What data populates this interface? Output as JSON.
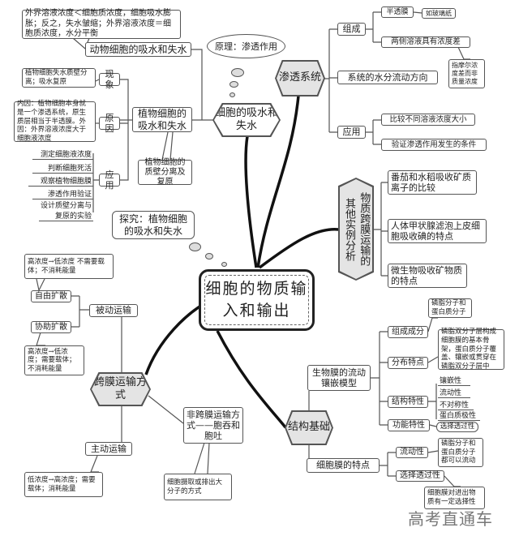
{
  "center": "细胞的物质输入和输出",
  "water": {
    "hex": "细胞的吸水和失水",
    "principle": "原理：渗透作用",
    "animal": "动物细胞的吸水和失水",
    "animal_note": "外界溶液浓度＜细胞质浓度，细胞吸水膨胀；反之，失水皱缩；外界溶液浓度＝细胞质浓度，水分平衡",
    "plant": "植物细胞的吸水和失水",
    "phenomenon": "现象",
    "phenomenon_note": "植物细胞失水质壁分离；吸水复原",
    "cause": "原因",
    "cause_note": "内因：植物细胞本身就是一个渗透系统，原生质层相当于半透膜。外因：外界溶液浓度大于细胞液浓度",
    "application": "应用",
    "app_items": [
      "测定细胞液浓度",
      "判断细胞死活",
      "观察植物细胞膜",
      "渗透作用验证",
      "设计质壁分离与复原的实验"
    ],
    "plasmolysis": "植物细胞的质壁分离及复原",
    "explore": "探究：植物细胞的吸水和失水"
  },
  "osmosis": {
    "hex": "渗透系统",
    "composition": "组成",
    "semi": "半透膜",
    "semi_note": "如玻璃纸",
    "diff": "两侧溶液具有浓度差",
    "diff_note": "指摩尔浓度差而非质量浓度",
    "direction": "系统的水分流动方向",
    "application": "应用",
    "app1": "比较不同溶液浓度大小",
    "app2": "验证渗透作用发生的条件"
  },
  "examples": {
    "hex_a": "物质跨膜运输的",
    "hex_b": "其他实例分析",
    "items": [
      "番茄和水稻吸收矿质离子的比较",
      "人体甲状腺滤泡上皮细胞吸收碘的特点",
      "微生物吸收矿物质的特点"
    ]
  },
  "transport": {
    "hex": "跨膜运输方式",
    "passive": "被动运输",
    "free": "自由扩散",
    "free_note": "高浓度→低浓度 不需要载体；不消耗能量",
    "facilitated": "协助扩散",
    "facilitated_note": "高浓度→低浓度；需要载体；不消耗能量",
    "active": "主动运输",
    "active_note": "低浓度→高浓度；需要载体；消耗能量",
    "non": "非跨膜运输方式——胞吞和胞吐",
    "non_note": "细胞摄取或排出大分子的方式"
  },
  "structure": {
    "hex": "结构基础",
    "model": "生物膜的流动镶嵌模型",
    "comp": "组成成分",
    "comp_note": "磷脂分子和蛋白质分子",
    "dist": "分布特点",
    "dist_note": "磷脂双分子层构成细胞膜的基本骨架，蛋白质分子覆盖、镶嵌或贯穿在磷脂双分子层中",
    "struct": "结构特性",
    "struct_items": [
      "镶嵌性",
      "流动性",
      "不对称性",
      "蛋白质极性"
    ],
    "func": "功能特性",
    "func_note": "选择透过性",
    "membrane": "细胞膜的特点",
    "fluid": "流动性",
    "fluid_note": "磷脂分子和蛋白质分子都可以流动",
    "selective": "选择透过性",
    "selective_note": "细胞膜对进出物质有一定选择性"
  },
  "watermark": "高考直通车"
}
